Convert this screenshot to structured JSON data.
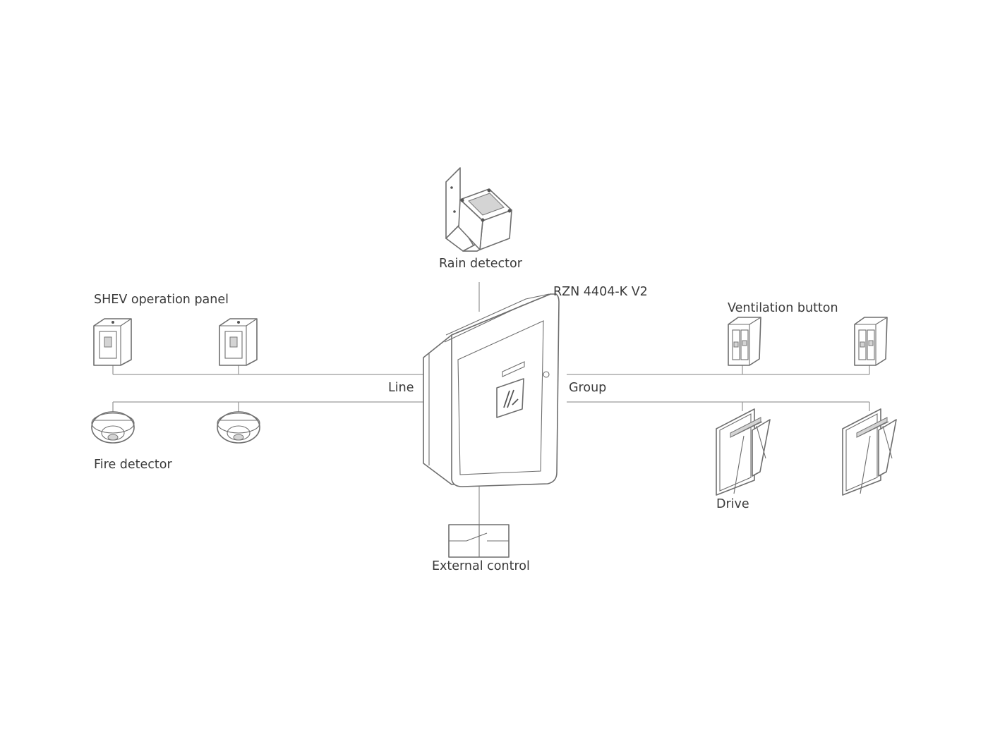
{
  "diagram": {
    "controller_label": "RZN 4404-K V2",
    "rain_detector_label": "Rain detector",
    "shev_panel_label": "SHEV operation panel",
    "ventilation_button_label": "Ventilation button",
    "line_label": "Line",
    "group_label": "Group",
    "fire_detector_label": "Fire detector",
    "drive_label": "Drive",
    "external_control_label": "External control"
  },
  "icons": {
    "controller": "control-unit-box-icon",
    "rain": "rain-sensor-icon",
    "shev": "smoke-vent-button-icon",
    "ventilation": "double-rocker-switch-icon",
    "fire": "smoke-detector-icon",
    "drive": "window-actuator-icon",
    "external": "switch-contact-icon"
  },
  "colors": {
    "line": "#9a9a9a",
    "device_stroke": "#6e6e6e",
    "text": "#3a3a3a"
  }
}
